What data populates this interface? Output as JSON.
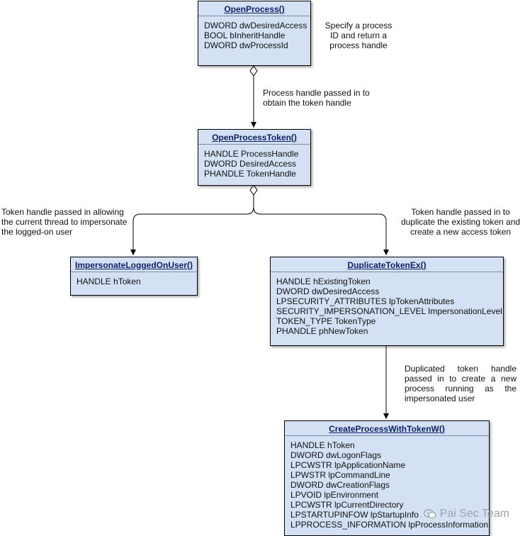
{
  "boxes": {
    "open_process": {
      "title": "OpenProcess()",
      "params": [
        "DWORD dwDesiredAccess",
        "BOOL bInheritHandle",
        "DWORD dwProcessId"
      ]
    },
    "open_process_token": {
      "title": "OpenProcessToken()",
      "params": [
        "HANDLE ProcessHandle",
        "DWORD DesiredAccess",
        "PHANDLE TokenHandle"
      ]
    },
    "impersonate_logged_on_user": {
      "title": "ImpersonateLoggedOnUser()",
      "params": [
        "HANDLE hToken"
      ]
    },
    "duplicate_token_ex": {
      "title": "DuplicateTokenEx()",
      "params": [
        "HANDLE hExistingToken",
        "DWORD dwDesiredAccess",
        "LPSECURITY_ATTRIBUTES lpTokenAttributes",
        "SECURITY_IMPERSONATION_LEVEL ImpersonationLevel",
        "TOKEN_TYPE TokenType",
        "PHANDLE phNewToken"
      ]
    },
    "create_process_with_token_w": {
      "title": "CreateProcessWithTokenW()",
      "params": [
        "HANDLE hToken",
        "DWORD dwLogonFlags",
        "LPCWSTR lpApplicationName",
        "LPWSTR lpCommandLine",
        "DWORD dwCreationFlags",
        "LPVOID lpEnvironment",
        "LPCWSTR lpCurrentDirectory",
        "LPSTARTUPINFOW lpStartupInfo",
        "LPPROCESS_INFORMATION lpProcessInformation"
      ]
    }
  },
  "notes": {
    "open_process_note": [
      "Specify a process",
      "ID and return a",
      "process handle"
    ],
    "process_handle_note": [
      "Process handle passed in to",
      "obtain the token handle"
    ],
    "impersonate_note": [
      "Token handle passed in allowing",
      "the current thread to impersonate",
      "the logged-on user"
    ],
    "duplicate_note": [
      "Token handle passed in to",
      "duplicate the existing token and",
      "create a new access token"
    ],
    "duplicated_note": [
      "Duplicated token handle",
      "passed in to create a new",
      "process running as the",
      "impersonated user"
    ]
  },
  "watermark": {
    "text": "Pai Sec Team",
    "icon": "wechat-icon"
  },
  "colors": {
    "box_fill": "#d4e1f5",
    "title_text": "#0a1f66",
    "border": "#000000"
  }
}
